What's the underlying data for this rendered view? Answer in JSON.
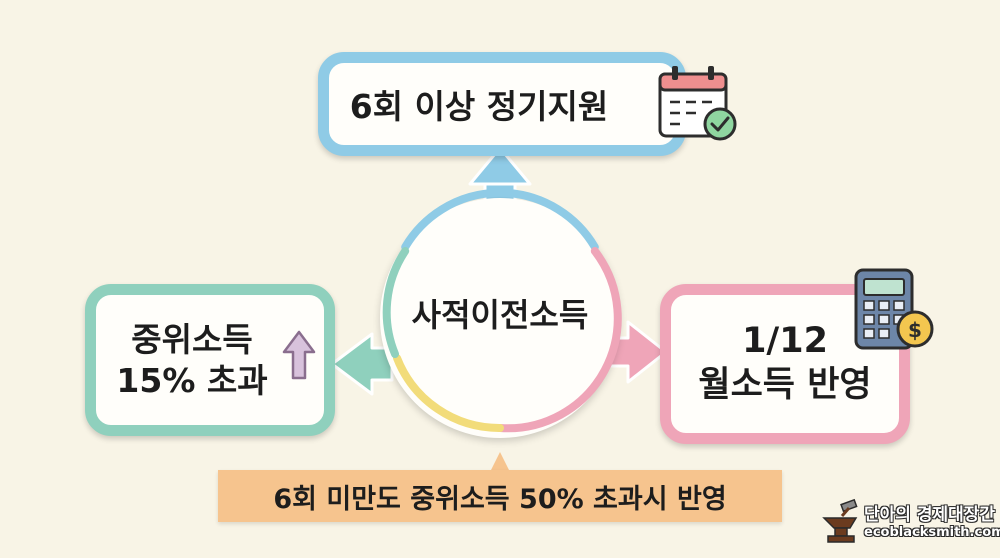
{
  "diagram": {
    "center_label": "사적이전소득",
    "top_card": {
      "label": "6회 이상 정기지원"
    },
    "left_card": {
      "line1": "중위소득",
      "line2": "15% 초과"
    },
    "right_card": {
      "line1": "1/12",
      "line2": "월소득 반영"
    },
    "banner": {
      "label": "6회 미만도 중위소득 50% 초과시 반영"
    }
  },
  "watermark": {
    "title": "단아의 경제대장간",
    "url": "ecoblacksmith.com"
  },
  "icons": [
    "calendar-check-icon",
    "calculator-icon",
    "dollar-coin-icon",
    "up-arrow-icon",
    "anvil-logo-icon"
  ],
  "colors": {
    "background": "#f8f4e6",
    "blue": "#8fcbe6",
    "green": "#8fd0bd",
    "pink": "#efa5b8",
    "yellow": "#f2dc7a",
    "orange": "#f6c48e"
  }
}
